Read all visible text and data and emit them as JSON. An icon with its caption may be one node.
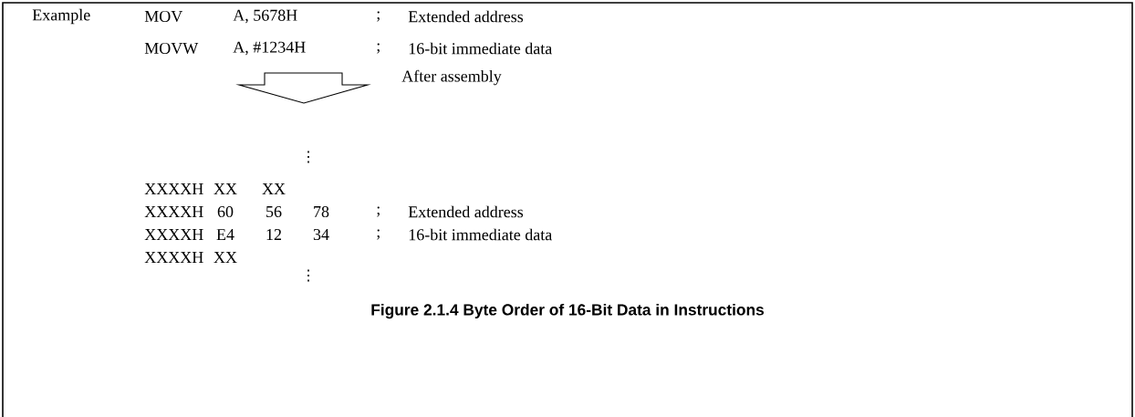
{
  "diagram": {
    "caption": "Figure 2.1.4   Byte Order of 16-Bit Data in Instructions",
    "labels": [
      "Example",
      "MOV",
      "A, 5678H",
      ";",
      "Extended address",
      "MOVW",
      "A, #1234H",
      ";",
      "16-bit immediate data",
      "After assembly",
      "⋮",
      "XXXXH",
      "XX",
      "XX",
      "XXXXH",
      "60",
      "56",
      "78",
      ";",
      "Extended address",
      "XXXXH",
      "E4",
      "12",
      "34",
      ";",
      "16-bit immediate data",
      "XXXXH",
      "XX",
      "⋮"
    ]
  }
}
